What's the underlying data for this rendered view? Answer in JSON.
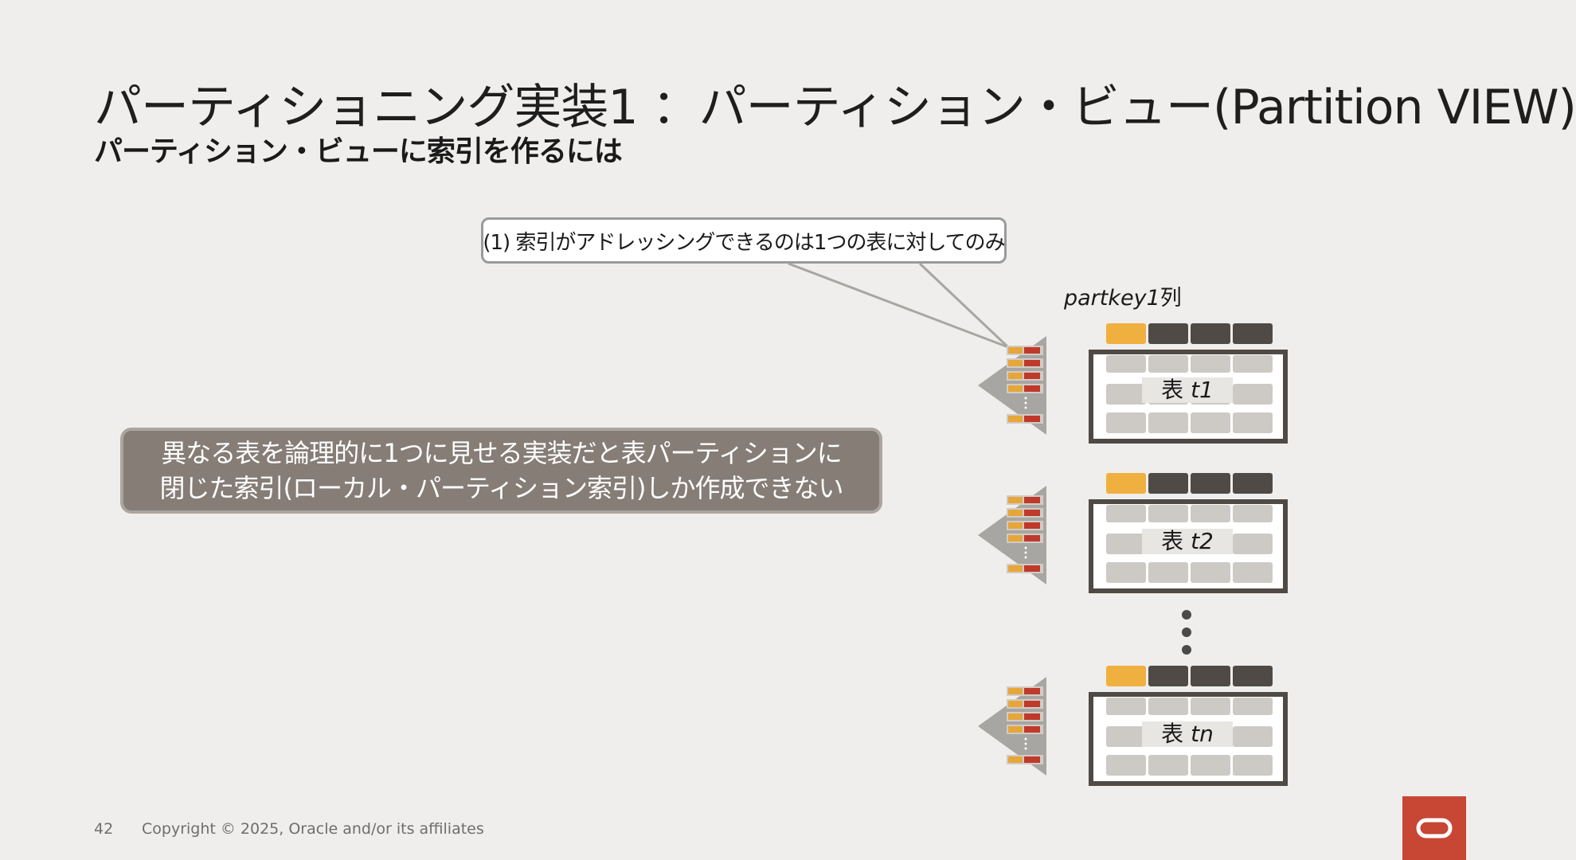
{
  "slide": {
    "title": "パーティショニング実装1 ：パーティション・ビュー(Partition VIEW)",
    "subtitle": "パーティション・ビューに索引を作るには"
  },
  "callout": {
    "text": "(1) 索引がアドレッシングできるのは1つの表に対してのみ"
  },
  "message": {
    "line1": "異なる表を論理的に1つに見せる実装だと表パーティションに",
    "line2": "閉じた索引(ローカル・パーティション索引)しか作成できない"
  },
  "partkey": {
    "name": "partkey1",
    "suffix": "列"
  },
  "tables": [
    {
      "prefix": "表",
      "name": "t1"
    },
    {
      "prefix": "表",
      "name": "t2"
    },
    {
      "prefix": "表",
      "name": "tn"
    }
  ],
  "colors": {
    "background": "#f0eeec",
    "partition_key_column": "#f0b040",
    "column_header": "#4f4a45",
    "cell": "#cdcac5",
    "index_entry": "#e6a63a",
    "index_pointer": "#c0392b",
    "message_box": "#857d76",
    "oracle_red": "#c74634"
  },
  "footer": {
    "page_number": "42",
    "copyright": "Copyright © 2025, Oracle and/or its affiliates"
  }
}
